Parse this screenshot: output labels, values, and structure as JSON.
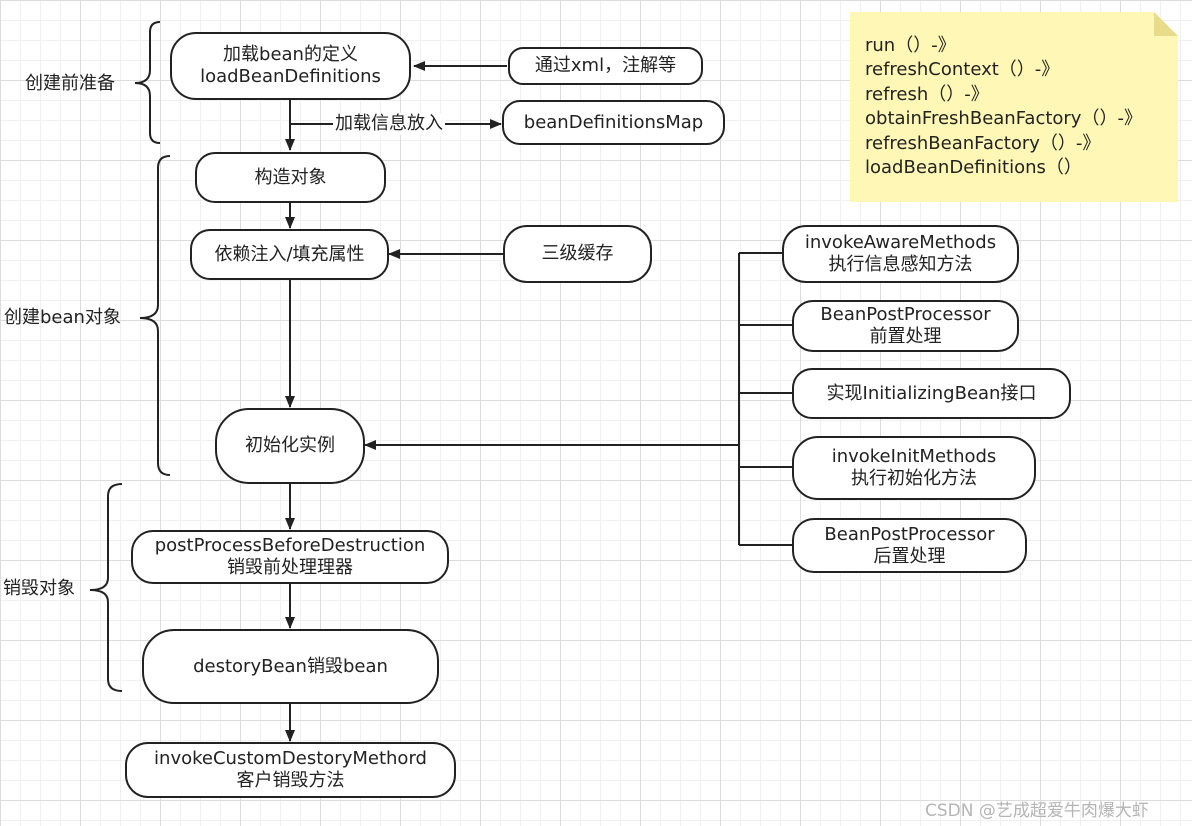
{
  "groups": {
    "prepare": "创建前准备",
    "create": "创建bean对象",
    "destroy": "销毁对象"
  },
  "nodes": {
    "load_defs": [
      "加载bean的定义",
      "loadBeanDefinitions"
    ],
    "xml": [
      "通过xml，注解等"
    ],
    "bean_def_map": [
      "beanDefinitionsMap"
    ],
    "construct": [
      "构造对象"
    ],
    "inject": [
      "依赖注入/填充属性"
    ],
    "cache": [
      "三级缓存"
    ],
    "init": [
      "初始化实例"
    ],
    "aware": [
      "invokeAwareMethods",
      "执行信息感知方法"
    ],
    "bpp_before": [
      "BeanPostProcessor",
      "前置处理"
    ],
    "initializing": [
      "实现InitializingBean接口"
    ],
    "init_methods": [
      "invokeInitMethods",
      "执行初始化方法"
    ],
    "bpp_after": [
      "BeanPostProcessor",
      "后置处理"
    ],
    "before_destruction": [
      "postProcessBeforeDestruction",
      "销毁前处理理器"
    ],
    "destroy_bean": [
      "destoryBean销毁bean"
    ],
    "custom_destroy": [
      "invokeCustomDestoryMethord",
      "客户销毁方法"
    ]
  },
  "edge_labels": {
    "put_info": "加载信息放入"
  },
  "note": {
    "lines": [
      "run（）-》",
      "refreshContext（）-》",
      "refresh（）-》",
      "obtainFreshBeanFactory（）-》",
      "refreshBeanFactory（）-》",
      "loadBeanDefinitions（）"
    ]
  },
  "watermark": "CSDN @艺成超爱牛肉爆大虾",
  "colors": {
    "stroke": "#222222",
    "note_fill": "#fff7b5",
    "note_fold": "#e8dc8a"
  }
}
